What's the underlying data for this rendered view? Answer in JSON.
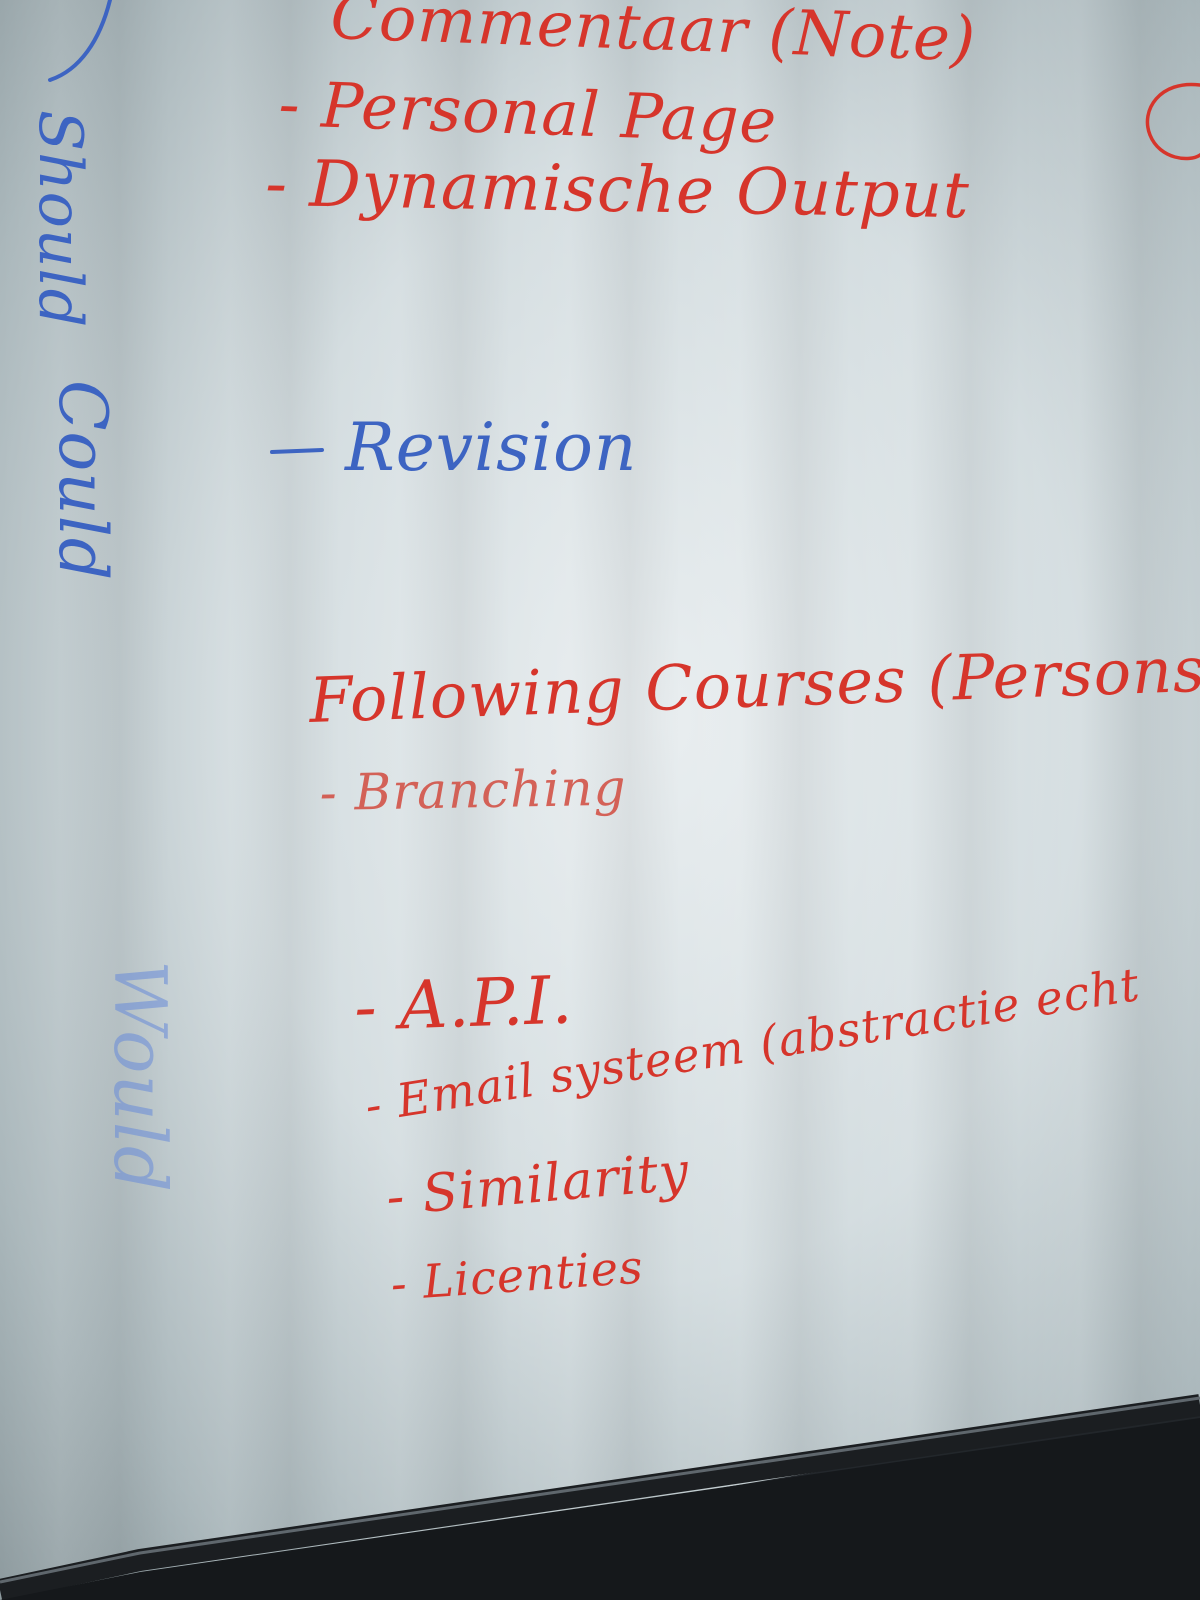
{
  "board": {
    "top_list": [
      {
        "text": "Commentaar (Note)"
      },
      {
        "text": "- Personal Page"
      },
      {
        "text": "- Dynamische Output"
      }
    ],
    "revision": {
      "text": "Revision"
    },
    "middle_list": [
      {
        "text": "Following Courses (Persons)"
      },
      {
        "text": "- Branching"
      }
    ],
    "bottom_list": [
      {
        "text": "- A.P.I."
      },
      {
        "text": "- Email systeem (abstractie echt"
      },
      {
        "text": "- Similarity"
      },
      {
        "text": "- Licenties"
      }
    ],
    "side_labels": {
      "should": "Should",
      "could": "Could",
      "would": "Would"
    }
  },
  "colors": {
    "red_ink": "#d6352b",
    "blue_ink": "#3d64c2",
    "board_light": "#e9eef0",
    "frame": "#1b1e21"
  }
}
